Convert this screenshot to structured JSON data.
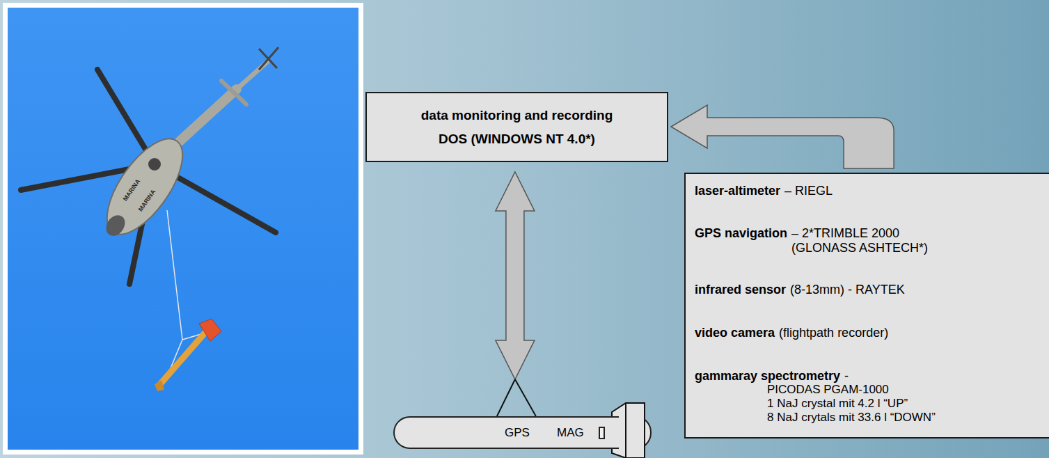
{
  "diagram": {
    "nodes": [
      {
        "text": [
          "data monitoring and recording",
          "DOS (WINDOWS NT 4.0*)"
        ]
      },
      {
        "text": [
          "laser-altimeter",
          "– RIEGL",
          "GPS navigation",
          "– 2*TRIMBLE 2000 (GLONASS ASHTECH*)",
          "infrared sensor",
          "(8-13mm) - RAYTEK",
          "video camera",
          "(flightpath recorder)",
          "gammaray spectrometry",
          "-",
          "PICODAS PGAM-1000",
          "1 NaJ crystal mit 4.2 l “UP”",
          "8 NaJ crytals mit 33.6 l “DOWN”"
        ]
      },
      {
        "text": [
          "GPS",
          "MAG"
        ]
      }
    ],
    "edges": [
      {
        "from": 1,
        "to": 0,
        "arrow": "to"
      },
      {
        "from": 0,
        "to": 2,
        "arrow": "both"
      }
    ],
    "labels": [
      "MARINA",
      "MARINA"
    ]
  }
}
